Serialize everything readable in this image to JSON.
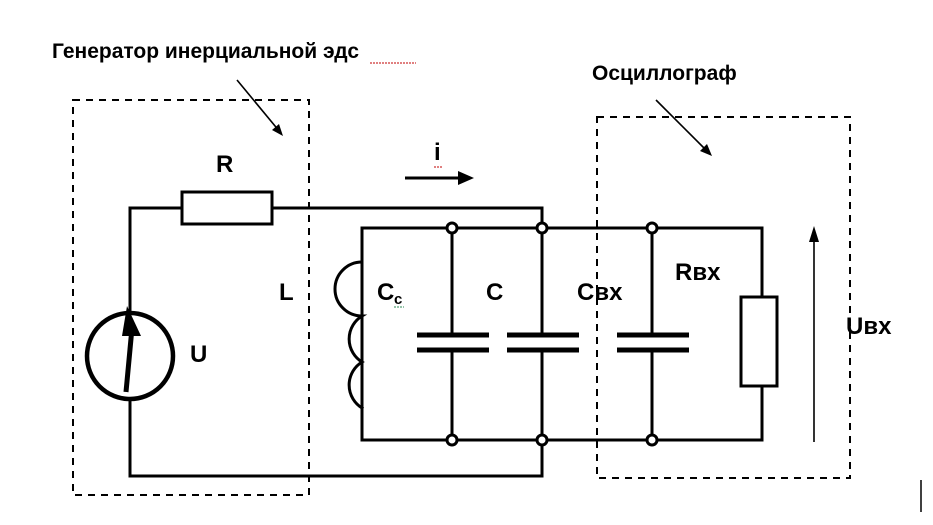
{
  "generator_label": "Генератор инерциальной эдс",
  "oscilloscope_label": "Осциллограф",
  "labels": {
    "R": "R",
    "L": "L",
    "U": "U",
    "i": "i",
    "Cc_main": "C",
    "Cc_sub": "c",
    "C": "C",
    "Cin": "Cвх",
    "Rin": "Rвх",
    "Uin": "Uвх"
  }
}
